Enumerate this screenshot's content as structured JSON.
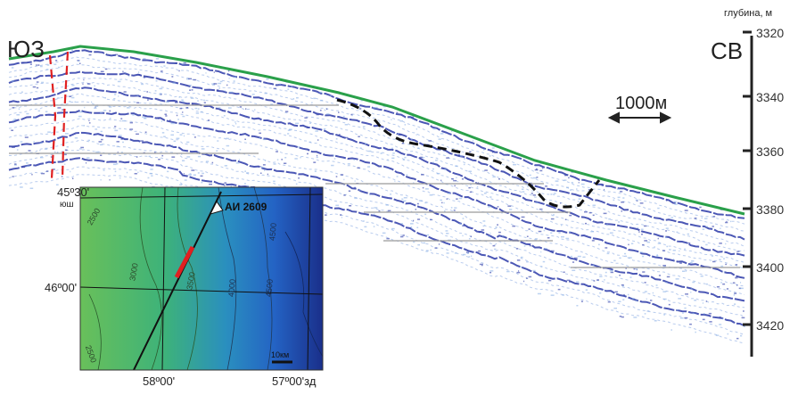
{
  "labels": {
    "sw": "ЮЗ",
    "ne": "СВ",
    "depth_title": "глубина, м",
    "scale_bar": "1000м",
    "profile": "АИ 2609",
    "lat_top": "45º30'",
    "lat_top_suffix": "юш",
    "lat_mid": "46º00'",
    "lon_left": "58º00'",
    "lon_right": "57º00'зд",
    "map_scale": "10км"
  },
  "depth_axis": {
    "ticks": [
      "3320",
      "3340",
      "3360",
      "3380",
      "3400",
      "3420"
    ]
  },
  "contours": [
    "2500",
    "3000",
    "3500",
    "4000",
    "4500",
    "4500",
    "2500"
  ],
  "colors": {
    "reflector": "#2b3aa8",
    "seabed": "#2aa04a",
    "fault": "#e02020",
    "boundary": "#111111",
    "map_shallow": "#5fbf5a",
    "map_deep": "#1a2f8a"
  }
}
